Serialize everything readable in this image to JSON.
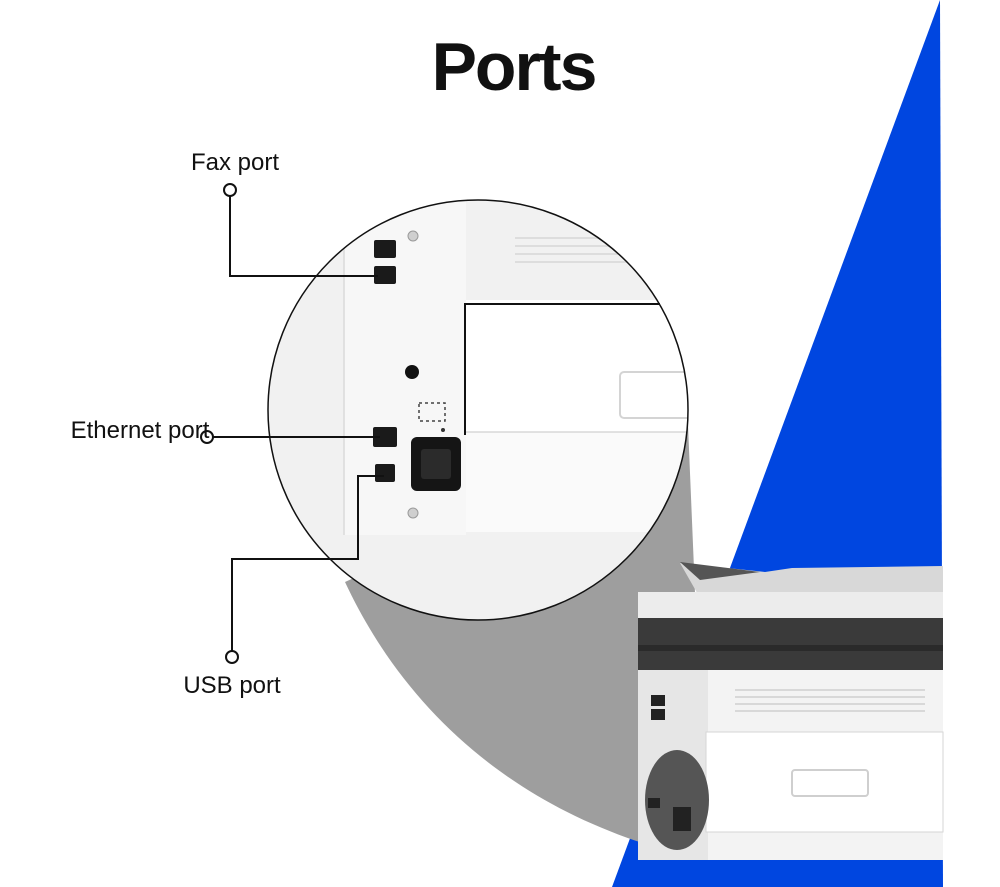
{
  "title": "Ports",
  "labels": {
    "fax": "Fax port",
    "ethernet": "Ethernet port",
    "usb": "USB port"
  },
  "colors": {
    "accent_blue": "#0046e0",
    "shadow_gray": "#9e9e9e",
    "panel_white": "#f4f4f4",
    "dark_tray": "#3a3a3a"
  }
}
